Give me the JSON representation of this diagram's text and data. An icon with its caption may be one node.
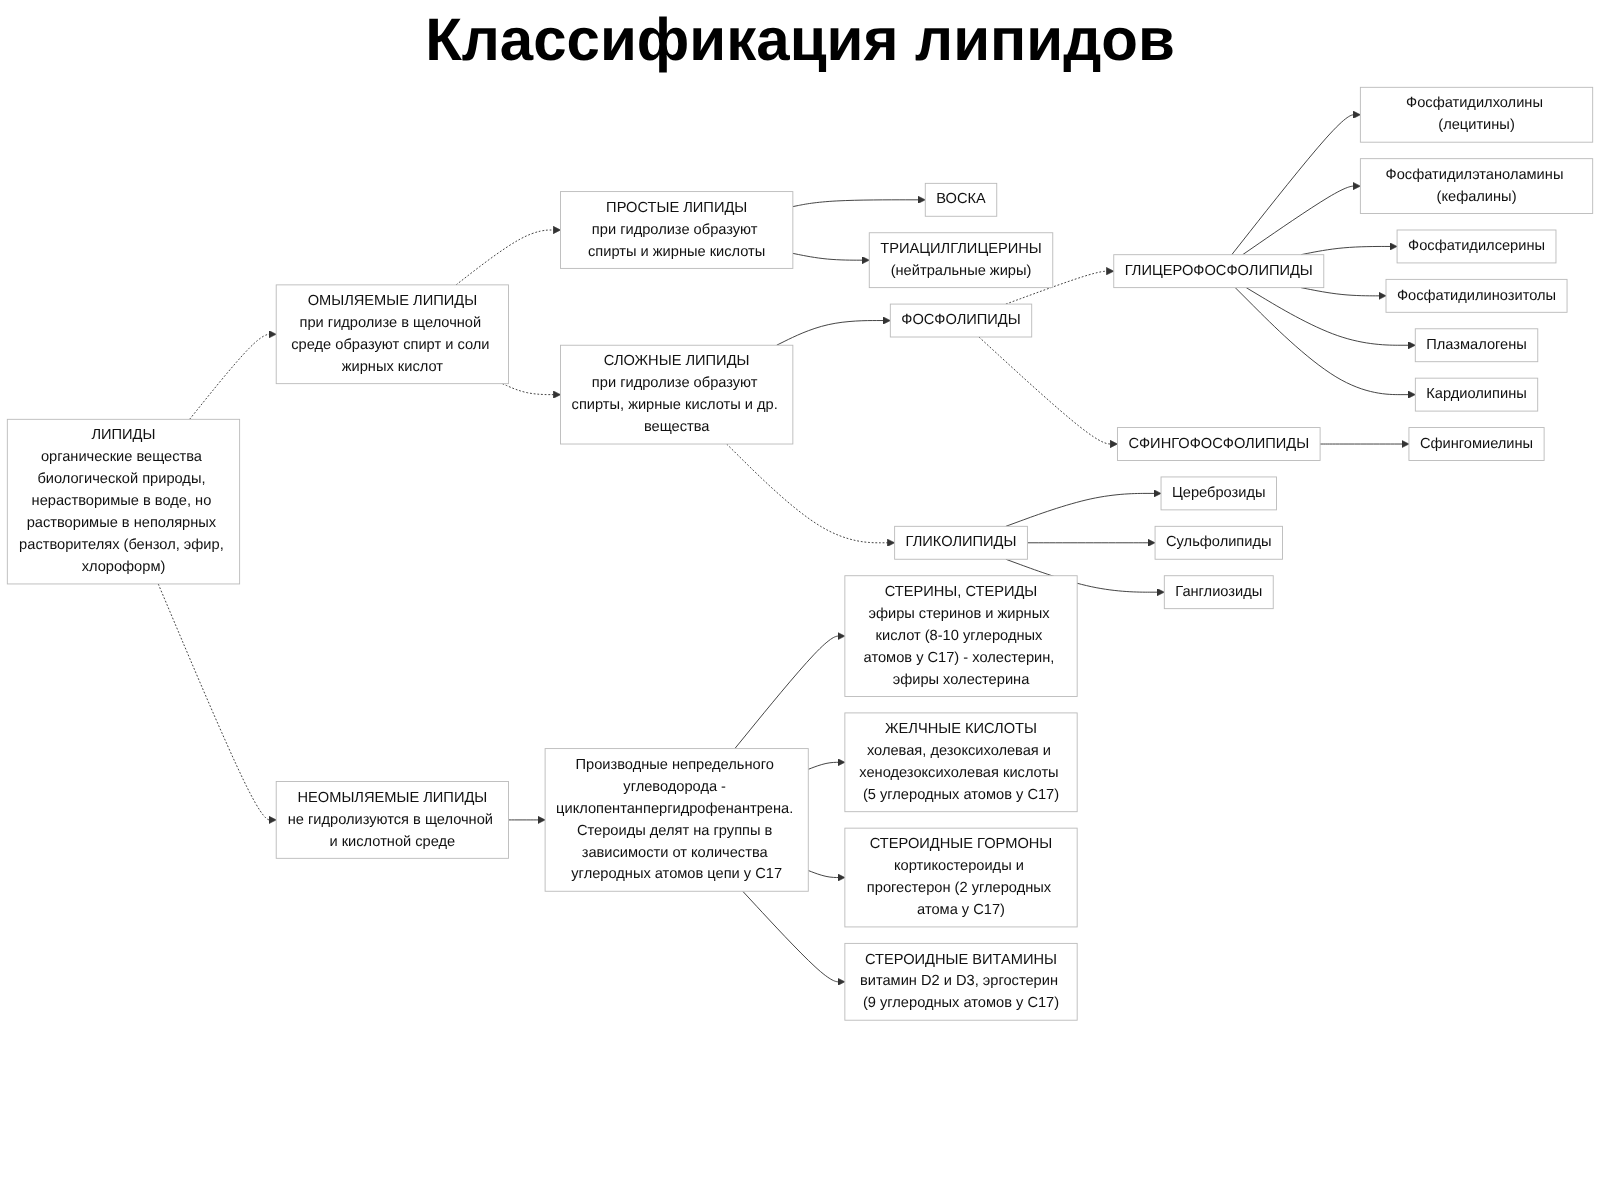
{
  "diagram": {
    "title": "Классификация липидов",
    "nodes": [
      {
        "text": [
          "ЛИПИДЫ",
          "органические вещества биологической природы, нерастворимые в воде, но растворимые в неполярных растворителях (бензол, эфир, хлороформ)"
        ]
      },
      {
        "text": [
          "ОМЫЛЯЕМЫЕ ЛИПИДЫ",
          "при гидролизе в щелочной среде образуют спирт и соли жирных кислот"
        ]
      },
      {
        "text": [
          "НЕОМЫЛЯЕМЫЕ ЛИПИДЫ",
          "не гидролизуются в щелочной и кислотной среде"
        ]
      },
      {
        "text": [
          "ПРОСТЫЕ ЛИПИДЫ",
          "при гидролизе образуют спирты и жирные кислоты"
        ]
      },
      {
        "text": [
          "СЛОЖНЫЕ ЛИПИДЫ",
          "при гидролизе образуют спирты, жирные кислоты и др. вещества"
        ]
      },
      {
        "text": [
          "ВОСКА"
        ]
      },
      {
        "text": [
          "ТРИАЦИЛГЛИЦЕРИНЫ",
          "(нейтральные жиры)"
        ]
      },
      {
        "text": [
          "ФОСФОЛИПИДЫ"
        ]
      },
      {
        "text": [
          "ГЛИКОЛИПИДЫ"
        ]
      },
      {
        "text": [
          "ГЛИЦЕРОФОСФОЛИПИДЫ"
        ]
      },
      {
        "text": [
          "СФИНГОФОСФОЛИПИДЫ"
        ]
      },
      {
        "text": [
          "Цереброзиды"
        ]
      },
      {
        "text": [
          "Сульфолипиды"
        ]
      },
      {
        "text": [
          "Ганглиозиды"
        ]
      },
      {
        "text": [
          "Фосфатидилхолины (лецитины)"
        ]
      },
      {
        "text": [
          "Фосфатидилэтаноламины (кефалины)"
        ]
      },
      {
        "text": [
          "Фосфатидилсерины"
        ]
      },
      {
        "text": [
          "Фосфатидилинозитолы"
        ]
      },
      {
        "text": [
          "Плазмалогены"
        ]
      },
      {
        "text": [
          "Кардиолипины"
        ]
      },
      {
        "text": [
          "Сфингомиелины"
        ]
      },
      {
        "text": [
          "Производные непредельного углеводорода - циклопентанпергидрофенантрена. Стероиды делят на группы в зависимости от количества углеродных атомов цепи у С17"
        ]
      },
      {
        "text": [
          "СТЕРИНЫ, СТЕРИДЫ",
          "эфиры стеринов и жирных кислот (8-10 углеродных атомов у С17) - холестерин, эфиры холестерина"
        ]
      },
      {
        "text": [
          "ЖЕЛЧНЫЕ КИСЛОТЫ",
          "холевая, дезоксихолевая и хенодезоксихолевая кислоты (5 углеродных атомов у С17)"
        ]
      },
      {
        "text": [
          "СТЕРОИДНЫЕ ГОРМОНЫ",
          "кортикостероиды и прогестерон (2 углеродных атома у С17)"
        ]
      },
      {
        "text": [
          "СТЕРОИДНЫЕ ВИТАМИНЫ",
          "витамин D2 и D3, эргостерин (9 углеродных атомов у С17)"
        ]
      }
    ],
    "edges": [
      {
        "from": 0,
        "to": 1,
        "arrow": "to",
        "style": "dashed"
      },
      {
        "from": 0,
        "to": 2,
        "arrow": "to",
        "style": "dashed"
      },
      {
        "from": 1,
        "to": 3,
        "arrow": "to",
        "style": "dashed"
      },
      {
        "from": 1,
        "to": 4,
        "arrow": "to",
        "style": "dashed"
      },
      {
        "from": 3,
        "to": 5,
        "arrow": "to"
      },
      {
        "from": 3,
        "to": 6,
        "arrow": "to"
      },
      {
        "from": 4,
        "to": 8,
        "arrow": "to",
        "style": "dashed"
      },
      {
        "from": 4,
        "to": 7,
        "arrow": "to"
      },
      {
        "from": 7,
        "to": 9,
        "arrow": "to",
        "style": "dashed"
      },
      {
        "from": 7,
        "to": 10,
        "arrow": "to",
        "style": "dashed"
      },
      {
        "from": 8,
        "to": 11,
        "arrow": "to"
      },
      {
        "from": 8,
        "to": 12,
        "arrow": "to"
      },
      {
        "from": 8,
        "to": 13,
        "arrow": "to"
      },
      {
        "from": 9,
        "to": 14,
        "arrow": "to"
      },
      {
        "from": 9,
        "to": 15,
        "arrow": "to"
      },
      {
        "from": 9,
        "to": 16,
        "arrow": "to"
      },
      {
        "from": 9,
        "to": 17,
        "arrow": "to"
      },
      {
        "from": 9,
        "to": 18,
        "arrow": "to"
      },
      {
        "from": 9,
        "to": 19,
        "arrow": "to"
      },
      {
        "from": 10,
        "to": 20,
        "arrow": "to"
      },
      {
        "from": 2,
        "to": 21,
        "arrow": "to"
      },
      {
        "from": 21,
        "to": 22,
        "arrow": "to"
      },
      {
        "from": 21,
        "to": 23,
        "arrow": "to"
      },
      {
        "from": 21,
        "to": 24,
        "arrow": "to"
      },
      {
        "from": 21,
        "to": 25,
        "arrow": "to"
      }
    ]
  }
}
